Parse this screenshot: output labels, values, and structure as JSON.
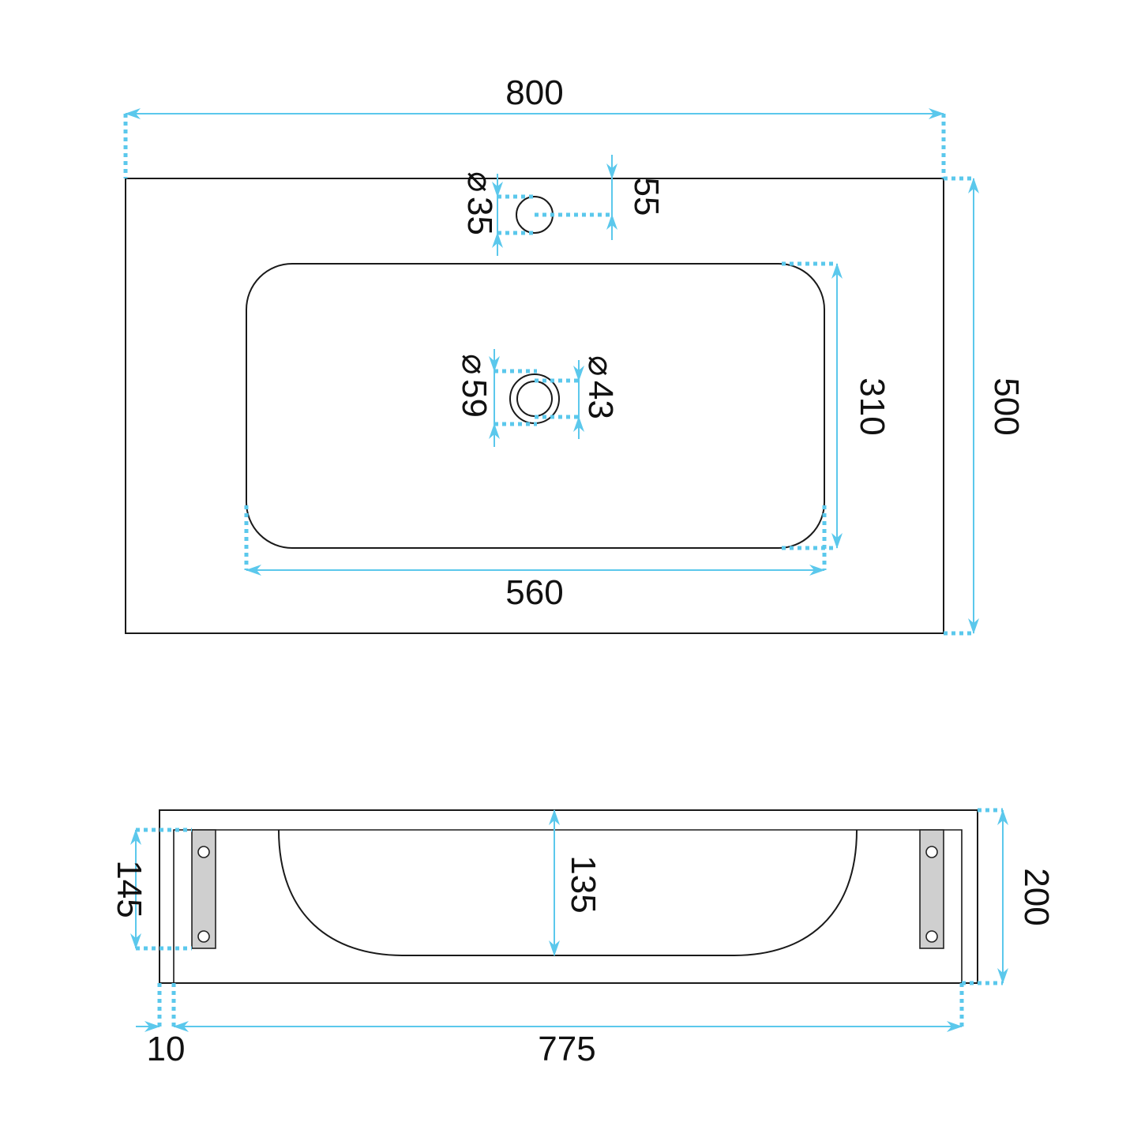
{
  "colors": {
    "dimension": "#5bc8ec",
    "outline": "#1a1a1a",
    "bracket": "#cfcfcf"
  },
  "top_view": {
    "overall_width": "800",
    "overall_depth": "500",
    "bowl_width": "560",
    "bowl_depth": "310",
    "tap_hole_diameter": "35",
    "tap_hole_offset": "55",
    "drain_outer_diameter": "59",
    "drain_inner_diameter": "43",
    "diameter_symbol": "⌀"
  },
  "side_view": {
    "height": "200",
    "bowl_depth": "135",
    "bracket_height": "145",
    "wall_thickness": "10",
    "inner_length": "775"
  }
}
